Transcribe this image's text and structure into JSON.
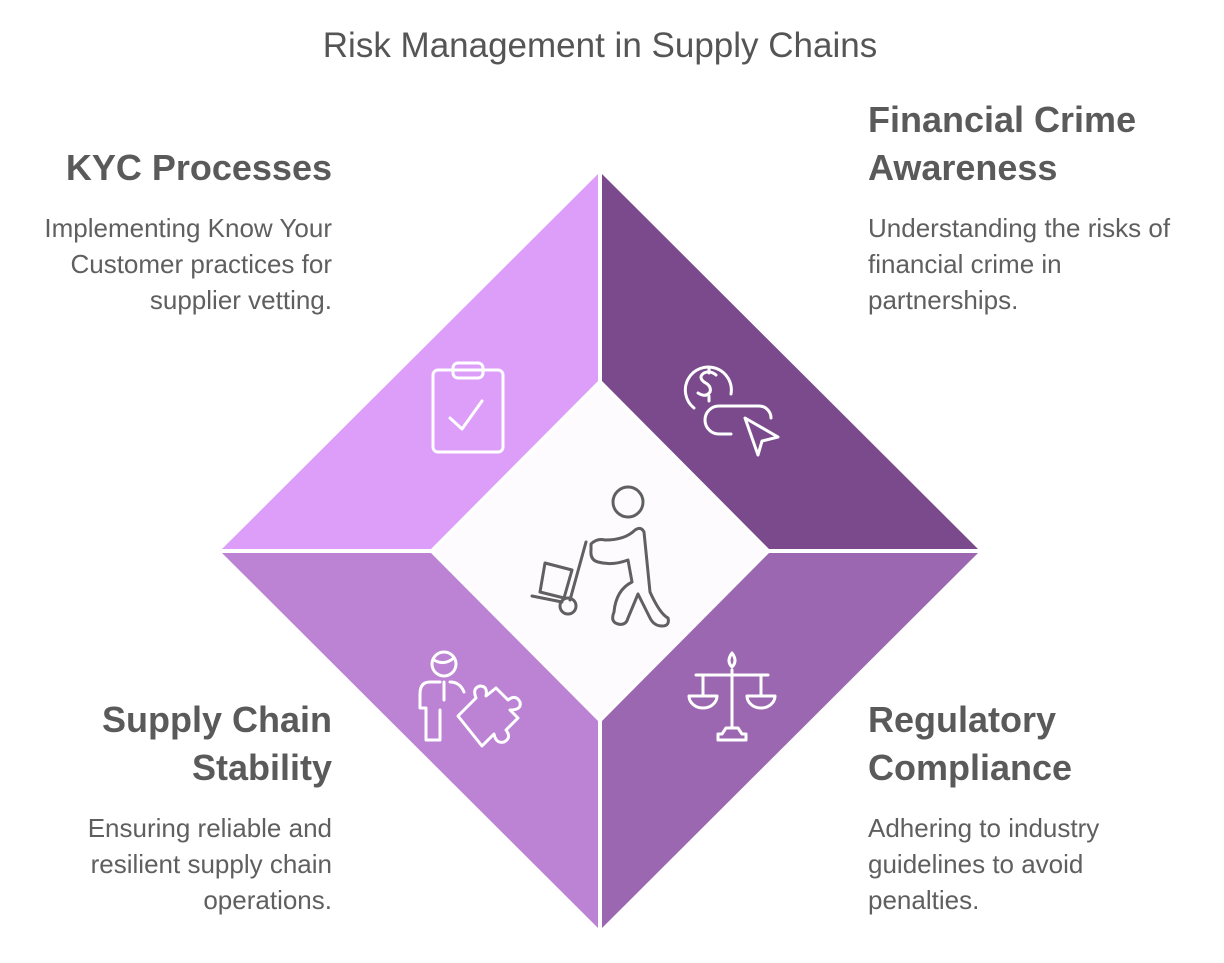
{
  "title": "Risk Management in Supply Chains",
  "colors": {
    "kyc": "#DC9EF8",
    "financial": "#7A4A8C",
    "supply": "#BC82D4",
    "regulatory": "#9C67B1",
    "center_icon": "#606060"
  },
  "center": {
    "icon": "hand-truck-worker-icon"
  },
  "quadrants": [
    {
      "title": "KYC Processes",
      "description": "Implementing Know Your Customer practices for supplier vetting.",
      "icon": "clipboard-check-icon"
    },
    {
      "title": "Financial Crime Awareness",
      "description": "Understanding the risks of financial crime in partnerships.",
      "icon": "dollar-cursor-icon"
    },
    {
      "title": "Supply Chain Stability",
      "description": "Ensuring reliable and resilient supply chain operations.",
      "icon": "person-puzzle-icon"
    },
    {
      "title": "Regulatory Compliance",
      "description": "Adhering to industry guidelines to avoid penalties.",
      "icon": "scales-icon"
    }
  ]
}
